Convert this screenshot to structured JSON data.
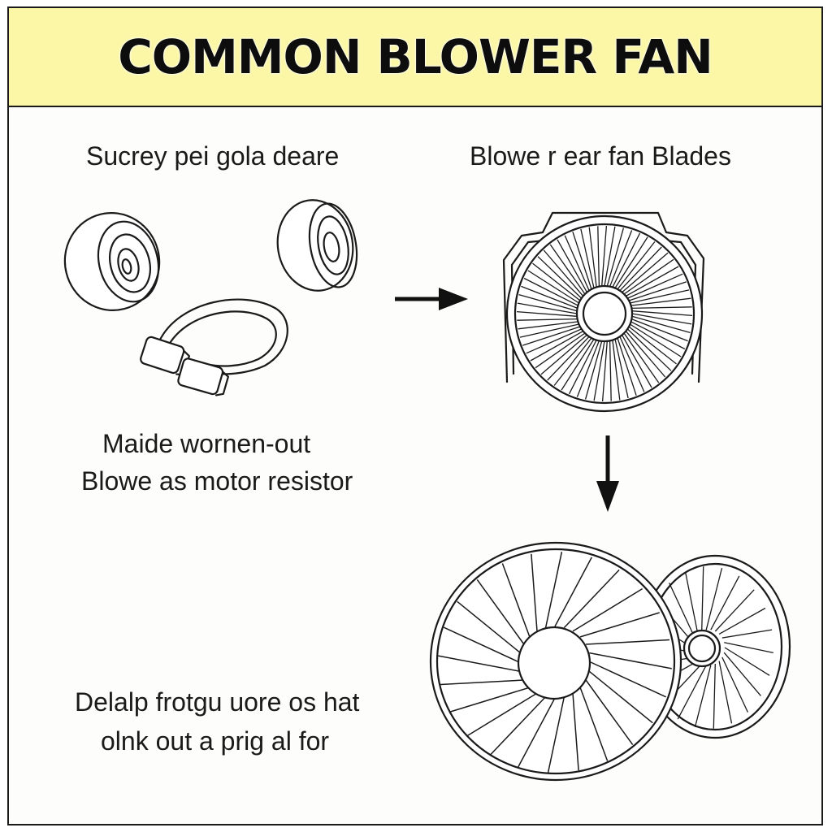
{
  "header": {
    "title": "COMMON BLOWER FAN"
  },
  "labels": {
    "top_left": "Sucrey pei gola deare",
    "top_right": "Blowe r ear fan Blades",
    "middle_left_line1": "Maide wornen-out",
    "middle_left_line2": "Blowe as motor resistor",
    "bottom_left_line1": "Delalp frotgu uore os hat",
    "bottom_left_line2": "olnk out a prig al for"
  },
  "colors": {
    "banner": "#fbf7a6",
    "ink": "#1a1a1a",
    "background": "#fdfdfb"
  },
  "icons": [
    "roller-wheel-icon",
    "horseshoe-clamp-icon",
    "right-arrow-icon",
    "fan-housing-icon",
    "down-arrow-icon",
    "fan-blade-disc-icon"
  ]
}
